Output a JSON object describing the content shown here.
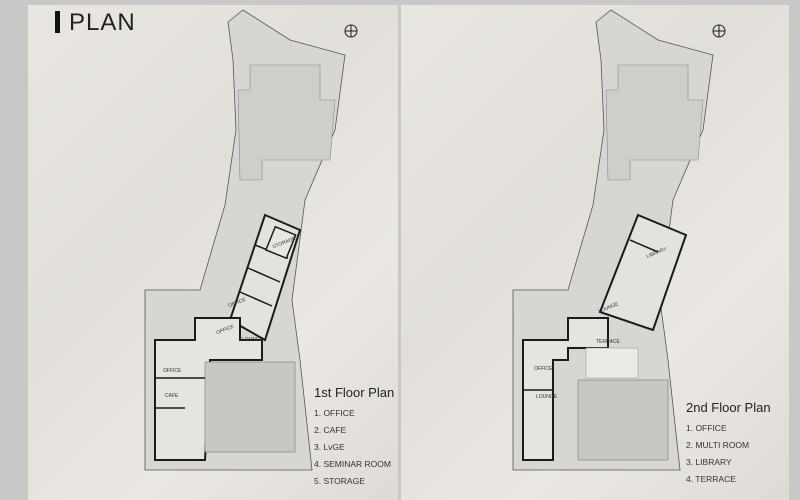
{
  "title": "PLAN",
  "plans": [
    {
      "heading": "1st Floor Plan",
      "items": [
        "1. OFFICE",
        "2. CAFE",
        "3. LvGE",
        "4. SEMINAR ROOM",
        "5. STORAGE"
      ],
      "room_labels": {
        "storage": "STORAGE",
        "office_wing": "OFFICE",
        "office_mid": "OFFICE",
        "lounge": "LOUNGE",
        "office_low": "OFFICE",
        "cafe": "CAFE"
      }
    },
    {
      "heading": "2nd Floor Plan",
      "items": [
        "1. OFFICE",
        "2. MULTI ROOM",
        "3. LIBRARY",
        "4. TERRACE"
      ],
      "room_labels": {
        "library": "LIBRARY",
        "lounge_wing": "LOUNGE",
        "terrace": "TERRACE",
        "office_low": "OFFICE",
        "lounge_low": "LOUNGE"
      }
    }
  ],
  "colors": {
    "background": "#c9c8c6",
    "paper": "#e6e3de",
    "wall": "#1a1a1a",
    "site": "#d6d4d0"
  }
}
